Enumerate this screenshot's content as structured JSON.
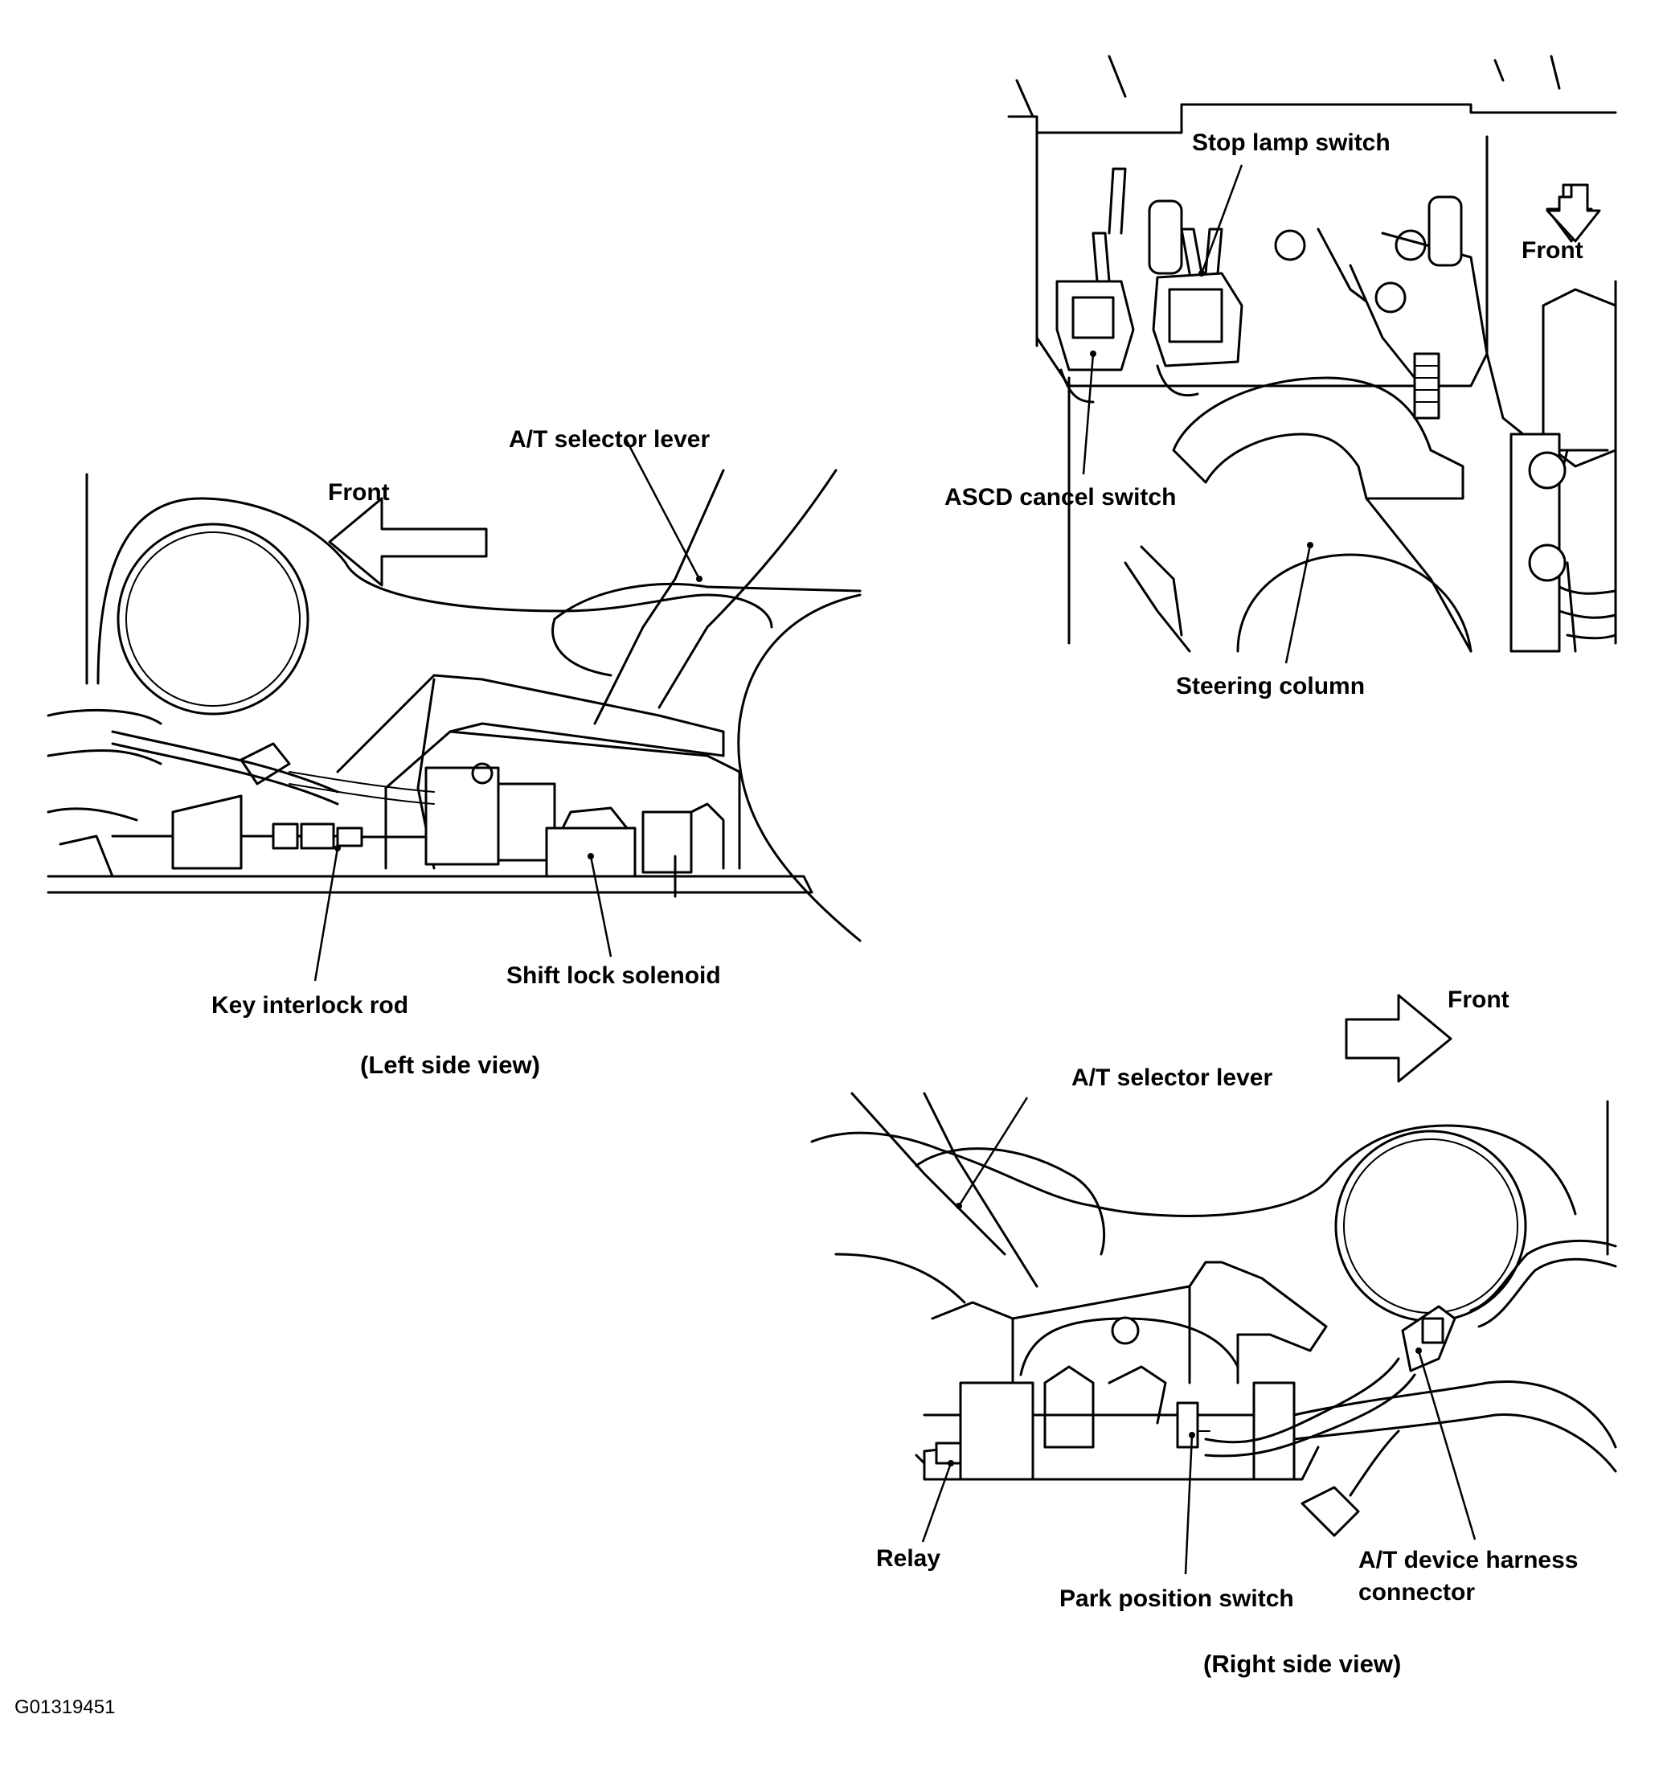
{
  "figure_code": "G01319451",
  "left_view": {
    "caption": "(Left side view)",
    "labels": {
      "selector_lever": "A/T selector lever",
      "front": "Front",
      "key_interlock_rod": "Key interlock rod",
      "shift_lock_solenoid": "Shift lock solenoid"
    }
  },
  "top_view": {
    "labels": {
      "stop_lamp_switch": "Stop lamp switch",
      "front": "Front",
      "ascd_cancel_switch": "ASCD cancel switch",
      "steering_column": "Steering column"
    }
  },
  "right_view": {
    "caption": "(Right side view)",
    "labels": {
      "front": "Front",
      "selector_lever": "A/T selector lever",
      "relay": "Relay",
      "park_position_switch": "Park position switch",
      "harness_connector_line1": "A/T device harness",
      "harness_connector_line2": "connector"
    }
  }
}
